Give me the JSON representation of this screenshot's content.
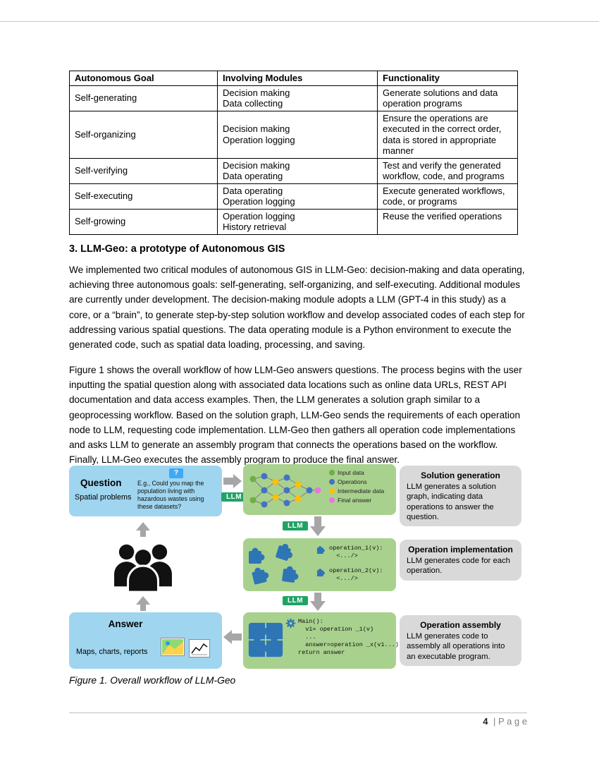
{
  "page": {
    "footer_number": "4",
    "footer_label": "| P a g e"
  },
  "table": {
    "headers": [
      "Autonomous Goal",
      "Involving Modules",
      "Functionality"
    ],
    "rows": [
      {
        "goal": "Self-generating",
        "modules": "Decision making\nData collecting",
        "func": "Generate solutions and data operation programs"
      },
      {
        "goal": "Self-organizing",
        "modules": "Decision making\nOperation logging",
        "func": "Ensure the operations are executed in the correct order, data is stored in appropriate manner"
      },
      {
        "goal": "Self-verifying",
        "modules": "Decision making\nData operating",
        "func": "Test and verify the generated workflow, code, and programs"
      },
      {
        "goal": "Self-executing",
        "modules": "Data operating\nOperation logging",
        "func": "Execute generated workflows, code, or programs"
      },
      {
        "goal": "Self-growing",
        "modules": "Operation logging\nHistory retrieval",
        "func": "Reuse the verified operations"
      }
    ]
  },
  "section": {
    "heading": "3. LLM-Geo: a prototype of Autonomous GIS",
    "paragraph1": "We implemented two critical modules of autonomous GIS in LLM-Geo: decision-making and data operating, achieving three autonomous goals: self-generating, self-organizing, and self-executing. Additional modules are currently under development. The decision-making module adopts a LLM (GPT-4 in this study) as a core, or a “brain”, to generate step-by-step solution workflow and develop associated codes of each step for addressing various spatial questions. The data operating module is a Python environment to execute the generated code, such as spatial data loading, processing, and saving.",
    "paragraph2": "Figure 1 shows the overall workflow of how LLM-Geo answers questions. The process begins with the user inputting the spatial question along with associated data locations such as online data URLs, REST API documentation and data access examples. Then, the LLM generates a solution graph similar to a geoprocessing workflow. Based on the solution graph, LLM-Geo sends the requirements of each operation node to LLM, requesting code implementation. LLM-Geo then gathers all operation code implementations and asks LLM to generate an assembly program that connects the operations based on the workflow. Finally, LLM-Geo executes the assembly program to produce the final answer."
  },
  "figure": {
    "caption": "Figure 1. Overall workflow of LLM-Geo",
    "llm_label": "LLM",
    "question": {
      "title": "Question",
      "subtitle": "Spatial problems",
      "badge": "?",
      "example": "E.g., Could you map the population living with hazardous wastes using these datasets?"
    },
    "legend": [
      {
        "label": "Input data",
        "color": "#70ad47"
      },
      {
        "label": "Operations",
        "color": "#4472c4"
      },
      {
        "label": "Intermediate data",
        "color": "#ffc000"
      },
      {
        "label": "Final answer",
        "color": "#e878d8"
      }
    ],
    "operations": [
      "operation_1(v):\n  <.../>",
      "operation_2(v):\n  <.../>"
    ],
    "assembly_code": "Main():\n  v1= operation _1(v)\n  ...\n  answer=operation _x(v1...)\nreturn answer",
    "answer": {
      "title": "Answer",
      "subtitle": "Maps, charts, reports"
    },
    "steps": [
      {
        "title": "Solution generation",
        "text": "LLM generates a solution graph, indicating data operations to answer the question."
      },
      {
        "title": "Operation implementation",
        "text": "LLM generates code for each operation."
      },
      {
        "title": "Operation assembly",
        "text": "LLM generates code to assembly all operations into an executable program."
      }
    ],
    "colors": {
      "question_answer_box": "#9fd5ef",
      "process_box": "#a9d18e",
      "step_box": "#d9d9d9",
      "llm_badge": "#21a366",
      "puzzle": "#2e75b6",
      "arrow": "#a6a6a6"
    }
  }
}
